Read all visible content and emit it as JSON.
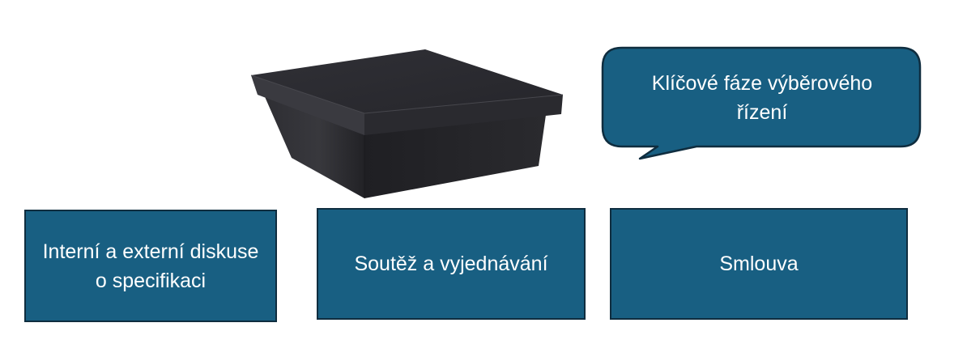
{
  "diagram": {
    "callout": {
      "text": "Klíčové fáze výběrového řízení"
    },
    "phases": [
      {
        "label": "Interní a externí diskuse o specifikaci"
      },
      {
        "label": "Soutěž a vyjednávání"
      },
      {
        "label": "Smlouva"
      }
    ],
    "colors": {
      "box_fill": "#185f82",
      "box_border": "#0f2d3f",
      "text": "#ffffff",
      "illustration": "#2b2b2f"
    },
    "icons": {
      "illustration": "closed-box-icon"
    }
  }
}
